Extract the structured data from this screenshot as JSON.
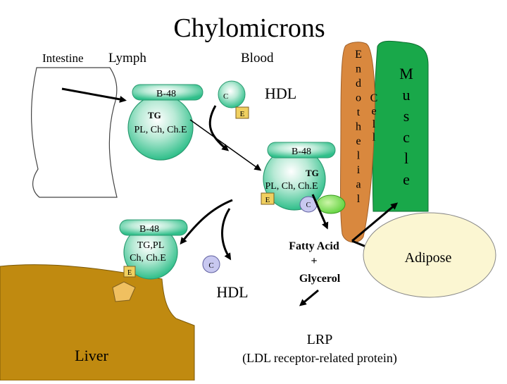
{
  "title": "Chylomicrons",
  "regions": {
    "intestine": "Intestine",
    "lymph": "Lymph",
    "blood": "Blood"
  },
  "particle1": {
    "apo_b": "B-48",
    "core_tg": "TG",
    "shell": "PL, Ch, Ch.E"
  },
  "hdl_top": {
    "label": "HDL",
    "apo_c": "C",
    "apo_e": "E"
  },
  "particle2": {
    "apo_b": "B-48",
    "core_tg": "TG",
    "shell": "PL, Ch, Ch.E",
    "apo_e": "E",
    "apo_c": "C"
  },
  "endothelial": "Endothelial",
  "muscle": "Muscle",
  "cell": "Cell",
  "products": {
    "fatty_acid": "Fatty Acid",
    "plus": "+",
    "glycerol": "Glycerol"
  },
  "adipose": "Adipose",
  "remnant": {
    "apo_b": "B-48",
    "line1": "TG,PL",
    "line2": "Ch, Ch.E",
    "apo_e": "E"
  },
  "hdl_bottom": {
    "label": "HDL",
    "apo_c": "C"
  },
  "liver": "Liver",
  "lrp": {
    "abbr": "LRP",
    "full": "(LDL receptor-related protein)"
  },
  "colors": {
    "particle_green": "#2fbf8a",
    "muscle_green": "#19a84a",
    "endothelial": "#d9883e",
    "liver": "#c08a10",
    "apo_c": "#c8c8f0",
    "apo_e": "#f0d060",
    "adipose_fill": "#fbf6d2"
  }
}
